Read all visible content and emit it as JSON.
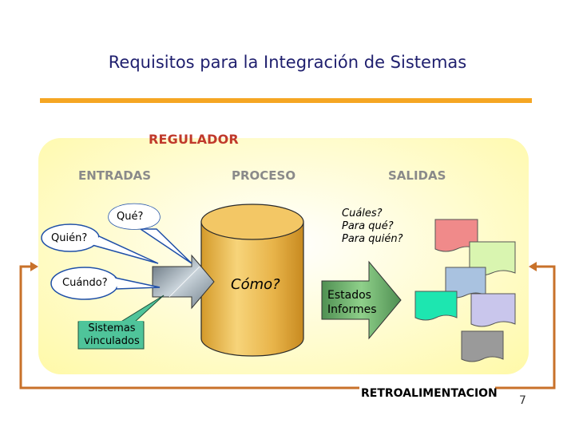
{
  "slide": {
    "title": "Requisitos para la Integración de Sistemas",
    "page_number": "7"
  },
  "diagram": {
    "regulador": "REGULADOR",
    "headers": {
      "entradas": "ENTRADAS",
      "proceso": "PROCESO",
      "salidas": "SALIDAS"
    },
    "callouts": {
      "que": "Qué?",
      "quien": "Quién?",
      "cuando": "Cuándo?",
      "sistemas_line1": "Sistemas",
      "sistemas_line2": "vinculados"
    },
    "questions": {
      "line1": "Cuáles?",
      "line2": "Para qué?",
      "line3": "Para quién?"
    },
    "como": "Cómo?",
    "outputs": {
      "line1": "Estados",
      "line2": "Informes"
    },
    "retroalimentacion": "RETROALIMENTACION"
  },
  "colors": {
    "title": "#1f1f6e",
    "rule": "#f5a623",
    "regulador": "#c0392b",
    "panel": "#fff9a8",
    "cylinder": "#e8b44a",
    "callout_blue": "#1e4fa8",
    "callout_green": "#4fc49a",
    "arrow_in": "#7a8a95",
    "arrow_out": "#6fae6a",
    "feedback": "#c8712a",
    "doc_pink": "#f08a8a",
    "doc_green": "#d9f5b0",
    "doc_blue": "#a9c2e0",
    "doc_cyan": "#1de6b0",
    "doc_lavender": "#c9c6ec",
    "doc_gray": "#9a9a9a"
  }
}
